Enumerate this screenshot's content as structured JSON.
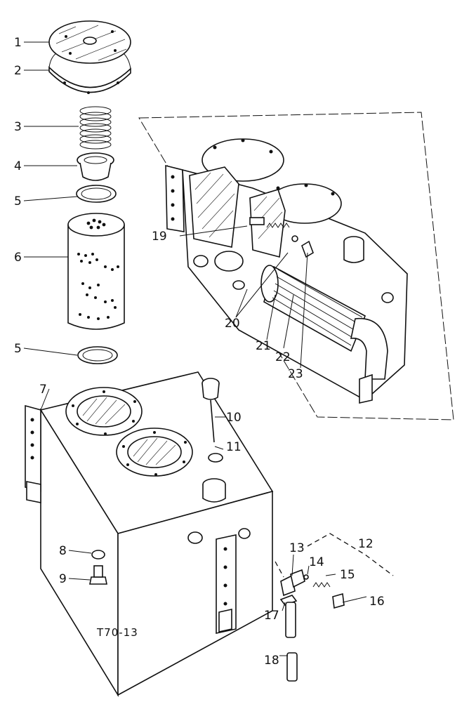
{
  "diagram": {
    "caption": "T70-13",
    "callouts": [
      "1",
      "2",
      "3",
      "4",
      "5",
      "6",
      "5",
      "7",
      "8",
      "9",
      "10",
      "11",
      "12",
      "13",
      "14",
      "15",
      "16",
      "17",
      "18",
      "19",
      "20",
      "21",
      "22",
      "23"
    ]
  }
}
